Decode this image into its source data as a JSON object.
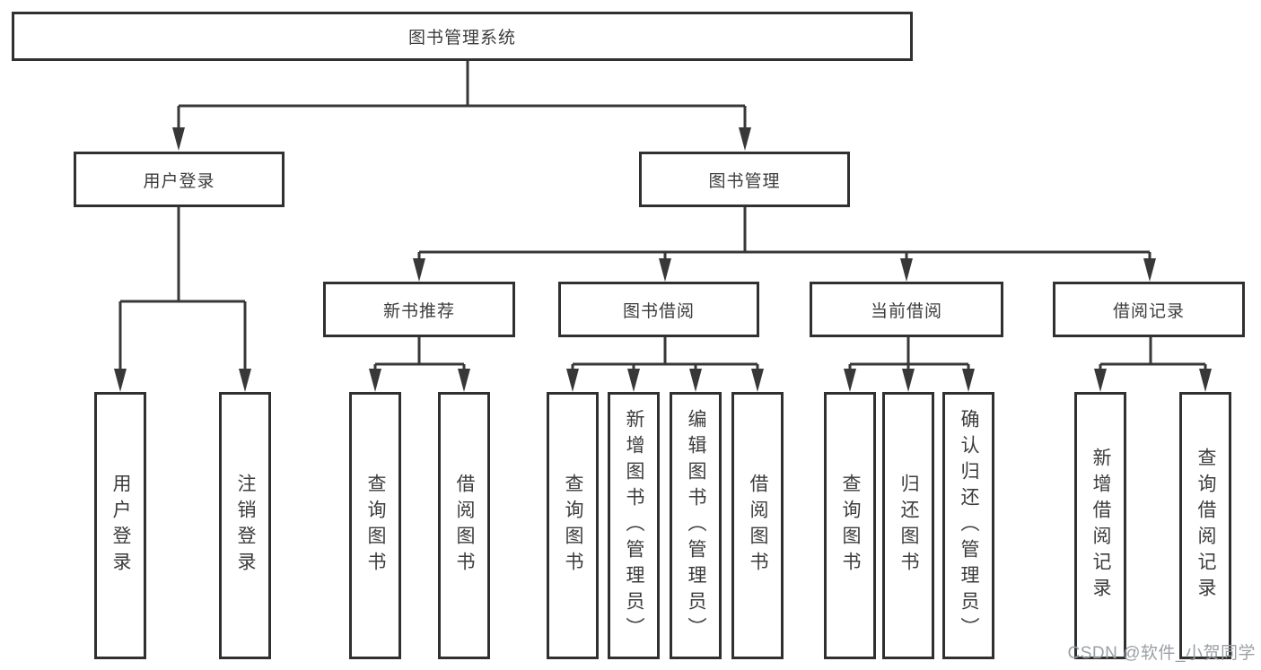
{
  "diagram": {
    "root": {
      "label": "图书管理系统"
    },
    "level2": [
      {
        "label": "用户登录"
      },
      {
        "label": "图书管理"
      }
    ],
    "level3": [
      {
        "label": "新书推荐"
      },
      {
        "label": "图书借阅"
      },
      {
        "label": "当前借阅"
      },
      {
        "label": "借阅记录"
      }
    ],
    "leaves": {
      "user_login": [
        "用户登录",
        "注销登录"
      ],
      "new_book_recommend": [
        "查询图书",
        "借阅图书"
      ],
      "book_borrow": [
        "查询图书",
        "新增图书（管理员）",
        "编辑图书（管理员）",
        "借阅图书"
      ],
      "current_borrow": [
        "查询图书",
        "归还图书",
        "确认归还（管理员）"
      ],
      "borrow_records": [
        "新增借阅记录",
        "查询借阅记录"
      ]
    }
  },
  "watermark": "CSDN @软件_小贺同学",
  "colors": {
    "line": "#383838",
    "box_border": "#303030",
    "text": "#3c3c3c",
    "watermark": "#9aa0a6",
    "background": "#ffffff"
  }
}
